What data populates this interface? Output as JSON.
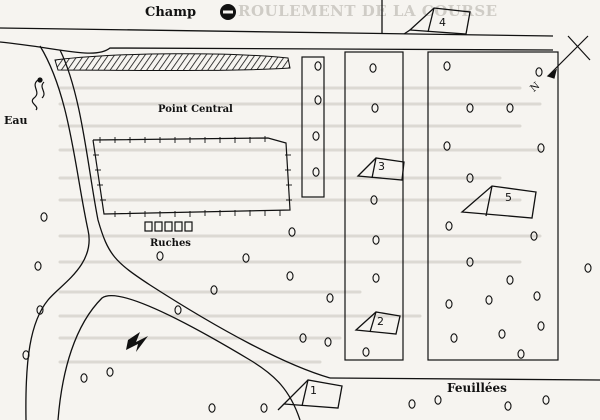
{
  "map": {
    "labels": {
      "champ": "Champ",
      "eau": "Eau",
      "point_central": "Point Central",
      "ruches": "Ruches",
      "feuillees": "Feuillées"
    },
    "background_heading": "ROULEMENT DE LA COURSE",
    "tent_numbers": [
      "1",
      "2",
      "3",
      "4",
      "5"
    ],
    "compass_mark": "N",
    "colors": {
      "ink": "#111111",
      "paper": "#f6f4f0",
      "faint_text": "#cfccc6"
    },
    "icons": [
      "no-entry-icon",
      "lightning-icon",
      "water-source-icon",
      "tent-icon",
      "compass-arrow-icon"
    ]
  }
}
